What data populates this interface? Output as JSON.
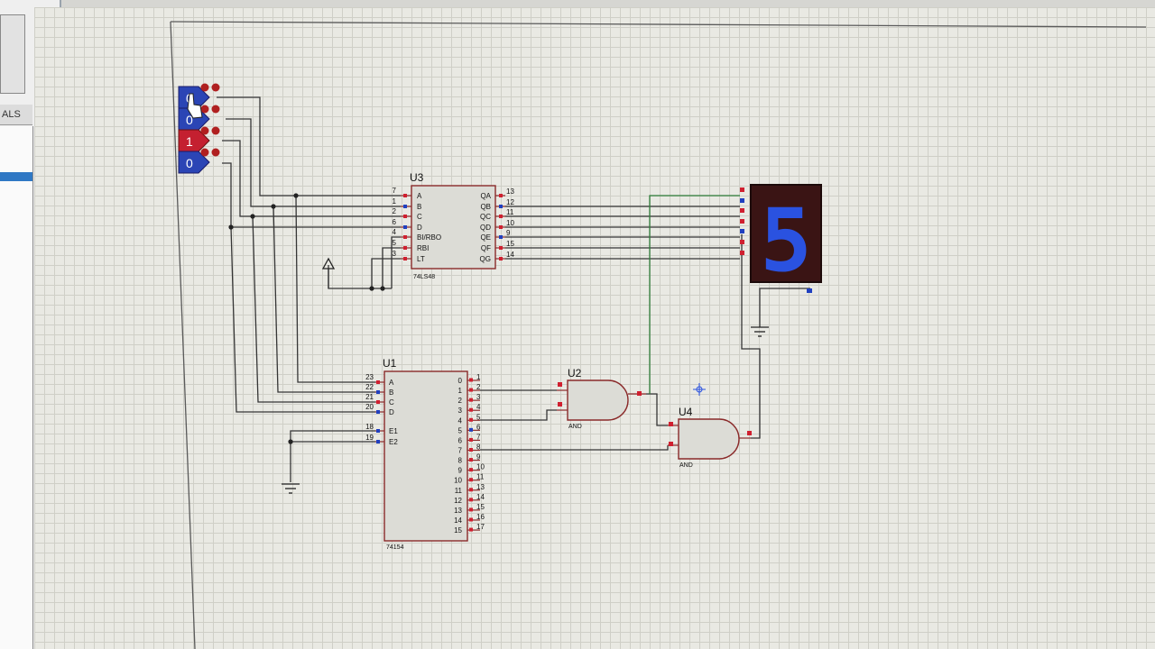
{
  "app": {
    "left_panel_label": "ALS"
  },
  "inputs": {
    "logic_states": [
      "0",
      "0",
      "1",
      "0"
    ]
  },
  "u3": {
    "ref": "U3",
    "part": "74LS48",
    "left_pins": [
      {
        "num": "7",
        "name": "A"
      },
      {
        "num": "1",
        "name": "B"
      },
      {
        "num": "2",
        "name": "C"
      },
      {
        "num": "6",
        "name": "D"
      },
      {
        "num": "4",
        "name": "BI/RBO"
      },
      {
        "num": "5",
        "name": "RBI"
      },
      {
        "num": "3",
        "name": "LT"
      }
    ],
    "right_pins": [
      {
        "num": "13",
        "name": "QA"
      },
      {
        "num": "12",
        "name": "QB"
      },
      {
        "num": "11",
        "name": "QC"
      },
      {
        "num": "10",
        "name": "QD"
      },
      {
        "num": "9",
        "name": "QE"
      },
      {
        "num": "15",
        "name": "QF"
      },
      {
        "num": "14",
        "name": "QG"
      }
    ]
  },
  "u1": {
    "ref": "U1",
    "part": "74154",
    "left_pins": [
      {
        "num": "23",
        "name": "A"
      },
      {
        "num": "22",
        "name": "B"
      },
      {
        "num": "21",
        "name": "C"
      },
      {
        "num": "20",
        "name": "D"
      }
    ],
    "enable_pins": [
      {
        "num": "18",
        "name": "E1"
      },
      {
        "num": "19",
        "name": "E2"
      }
    ],
    "output_names": [
      "0",
      "1",
      "2",
      "3",
      "4",
      "5",
      "6",
      "7",
      "8",
      "9",
      "10",
      "11",
      "12",
      "13",
      "14",
      "15"
    ],
    "output_pin_nums": [
      "1",
      "2",
      "3",
      "4",
      "5",
      "6",
      "7",
      "8",
      "9",
      "10",
      "11",
      "13",
      "14",
      "15",
      "16",
      "17"
    ]
  },
  "u2": {
    "ref": "U2",
    "type": "AND"
  },
  "u4": {
    "ref": "U4",
    "type": "AND"
  },
  "display": {
    "digit": "5",
    "color": "#2a52e0"
  }
}
